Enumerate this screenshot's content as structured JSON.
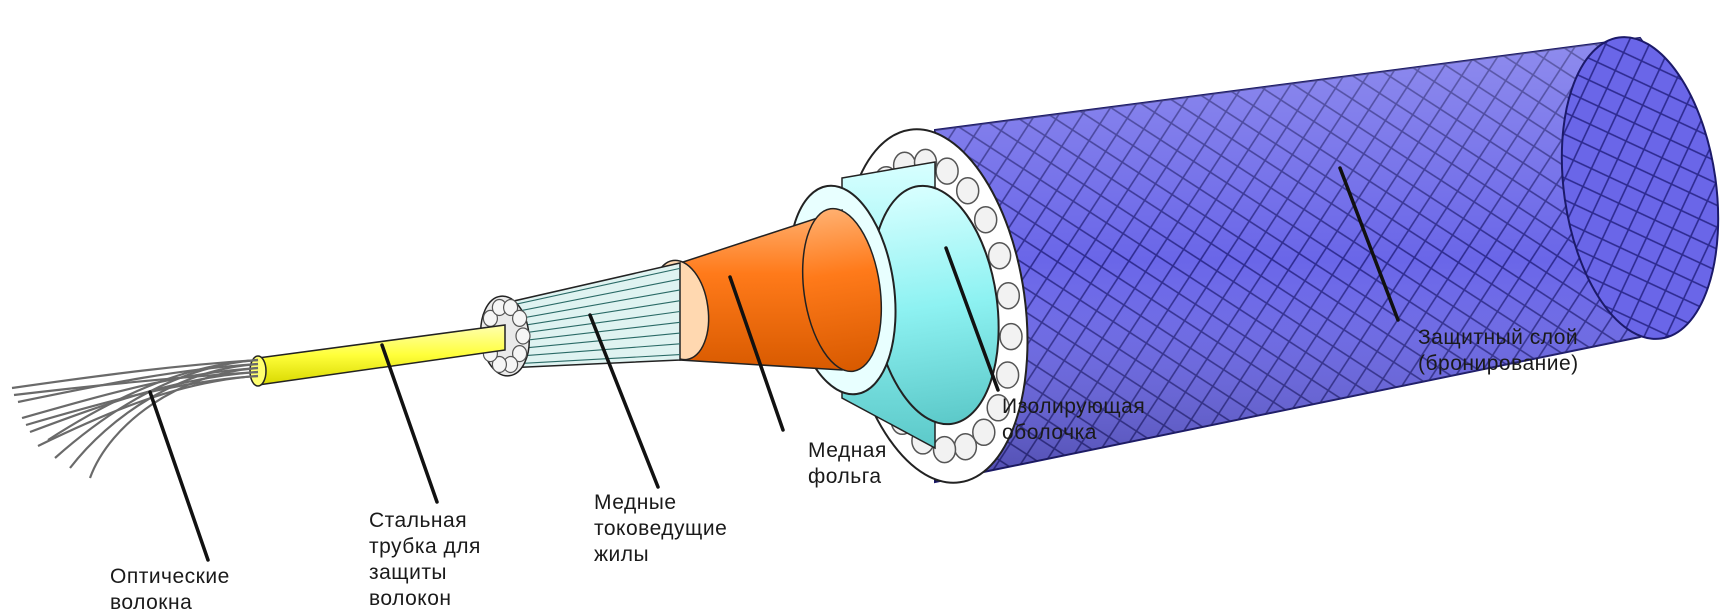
{
  "colors": {
    "fibers": "#7d7d7d",
    "tube": "#ffff3a",
    "copper_cores": "#dff3f1",
    "foil": "#ff7a1a",
    "insulation": "#8ef2f2",
    "armor": "#6a66e8",
    "leader": "#111111"
  },
  "labels": {
    "fibers": [
      "Оптические",
      "волокна"
    ],
    "tube": [
      "Стальная",
      "трубка для",
      "защиты",
      "волокон"
    ],
    "cores": [
      "Медные",
      "токоведущие",
      "жилы"
    ],
    "foil": [
      "Медная",
      "фольга"
    ],
    "insulation": [
      "Изолирующая",
      "оболочка"
    ],
    "armor": [
      "Защитный слой",
      "(бронирование)"
    ]
  }
}
